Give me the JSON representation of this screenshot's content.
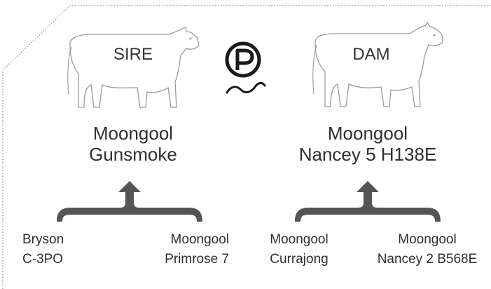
{
  "sire": {
    "tag": "SIRE",
    "name_line1": "Moongool",
    "name_line2": "Gunsmoke",
    "parents": [
      {
        "line1": "Bryson",
        "line2": "C-3PO"
      },
      {
        "line1": "Moongool",
        "line2": "Primrose 7"
      }
    ]
  },
  "dam": {
    "tag": "DAM",
    "name_line1": "Moongool",
    "name_line2": "Nancey 5 H138E",
    "parents": [
      {
        "line1": "Moongool",
        "line2": "Currajong"
      },
      {
        "line1": "Moongool",
        "line2": "Nancey 2 B568E"
      }
    ]
  },
  "logo": {
    "letter": "P",
    "icon": "polled-p-logo"
  },
  "colors": {
    "bracket": "#555555",
    "text": "#2f2f2f",
    "outline": "#9a9a9a"
  }
}
